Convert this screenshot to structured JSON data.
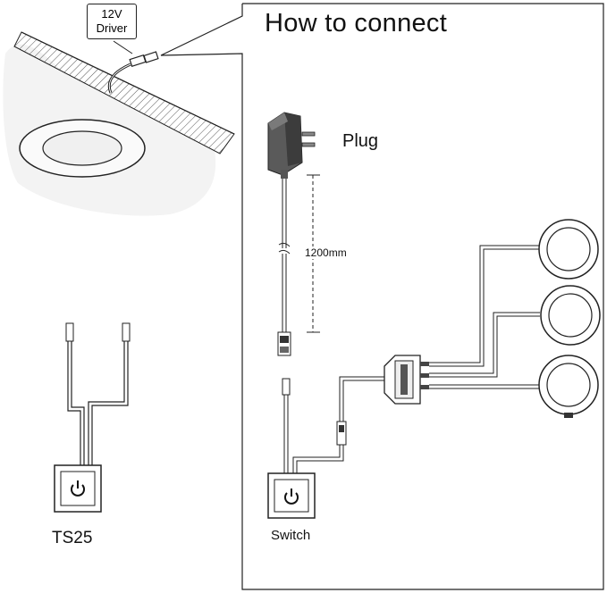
{
  "title": "How to connect",
  "driver_tag": {
    "line1": "12V",
    "line2": "Driver"
  },
  "labels": {
    "plug": "Plug",
    "cable_length": "1200mm",
    "switch": "Switch",
    "touch_switch_model": "TS25"
  },
  "icons": [
    "power-icon",
    "plug-adapter-icon",
    "puck-light-icon",
    "splitter-hub-icon"
  ],
  "colors": {
    "line": "#222222",
    "ceiling": "#f3f3f3",
    "hatch": "#444444"
  }
}
